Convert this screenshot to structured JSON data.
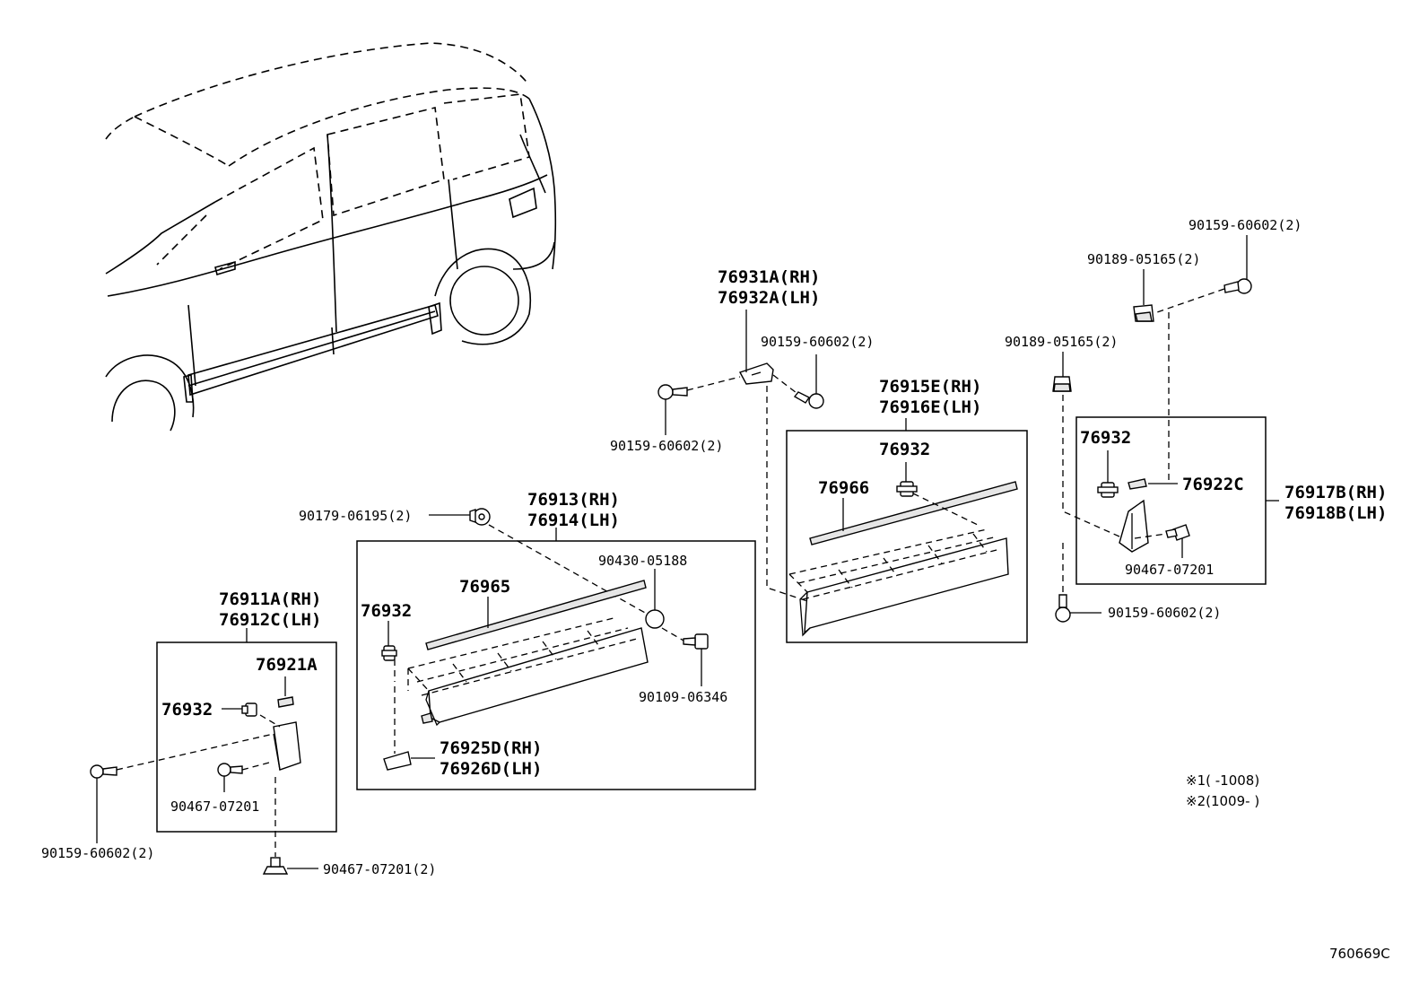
{
  "labels": {
    "l_76931a": "76931A(RH)",
    "l_76932a": "76932A(LH)",
    "l_90159_a": "90159-60602(2)",
    "l_90159_b": "90159-60602(2)",
    "l_90159_c": "90159-60602(2)",
    "l_90159_d": "90159-60602(2)",
    "l_90159_e": "90159-60602(2)",
    "l_90189_a": "90189-05165(2)",
    "l_90189_b": "90189-05165(2)",
    "l_76915e": "76915E(RH)",
    "l_76916e": "76916E(LH)",
    "l_76932_e": "76932",
    "l_76966": "76966",
    "l_76932_r": "76932",
    "l_76922c": "76922C",
    "l_76917b": "76917B(RH)",
    "l_76918b": "76918B(LH)",
    "l_90467_r": "90467-07201",
    "l_90179": "90179-06195(2)",
    "l_76913": "76913(RH)",
    "l_76914": "76914(LH)",
    "l_90430": "90430-05188",
    "l_76965": "76965",
    "l_76932_m": "76932",
    "l_90109": "90109-06346",
    "l_76925d": "76925D(RH)",
    "l_76926d": "76926D(LH)",
    "l_76911a": "76911A(RH)",
    "l_76912c": "76912C(LH)",
    "l_76921a": "76921A",
    "l_76932_l": "76932",
    "l_90467_l": "90467-07201",
    "l_90467_b": "90467-07201(2)"
  },
  "notes": {
    "n1": "※1(   -1008)",
    "n2": "※2(1009-   )"
  },
  "diagram_id": "760669C"
}
